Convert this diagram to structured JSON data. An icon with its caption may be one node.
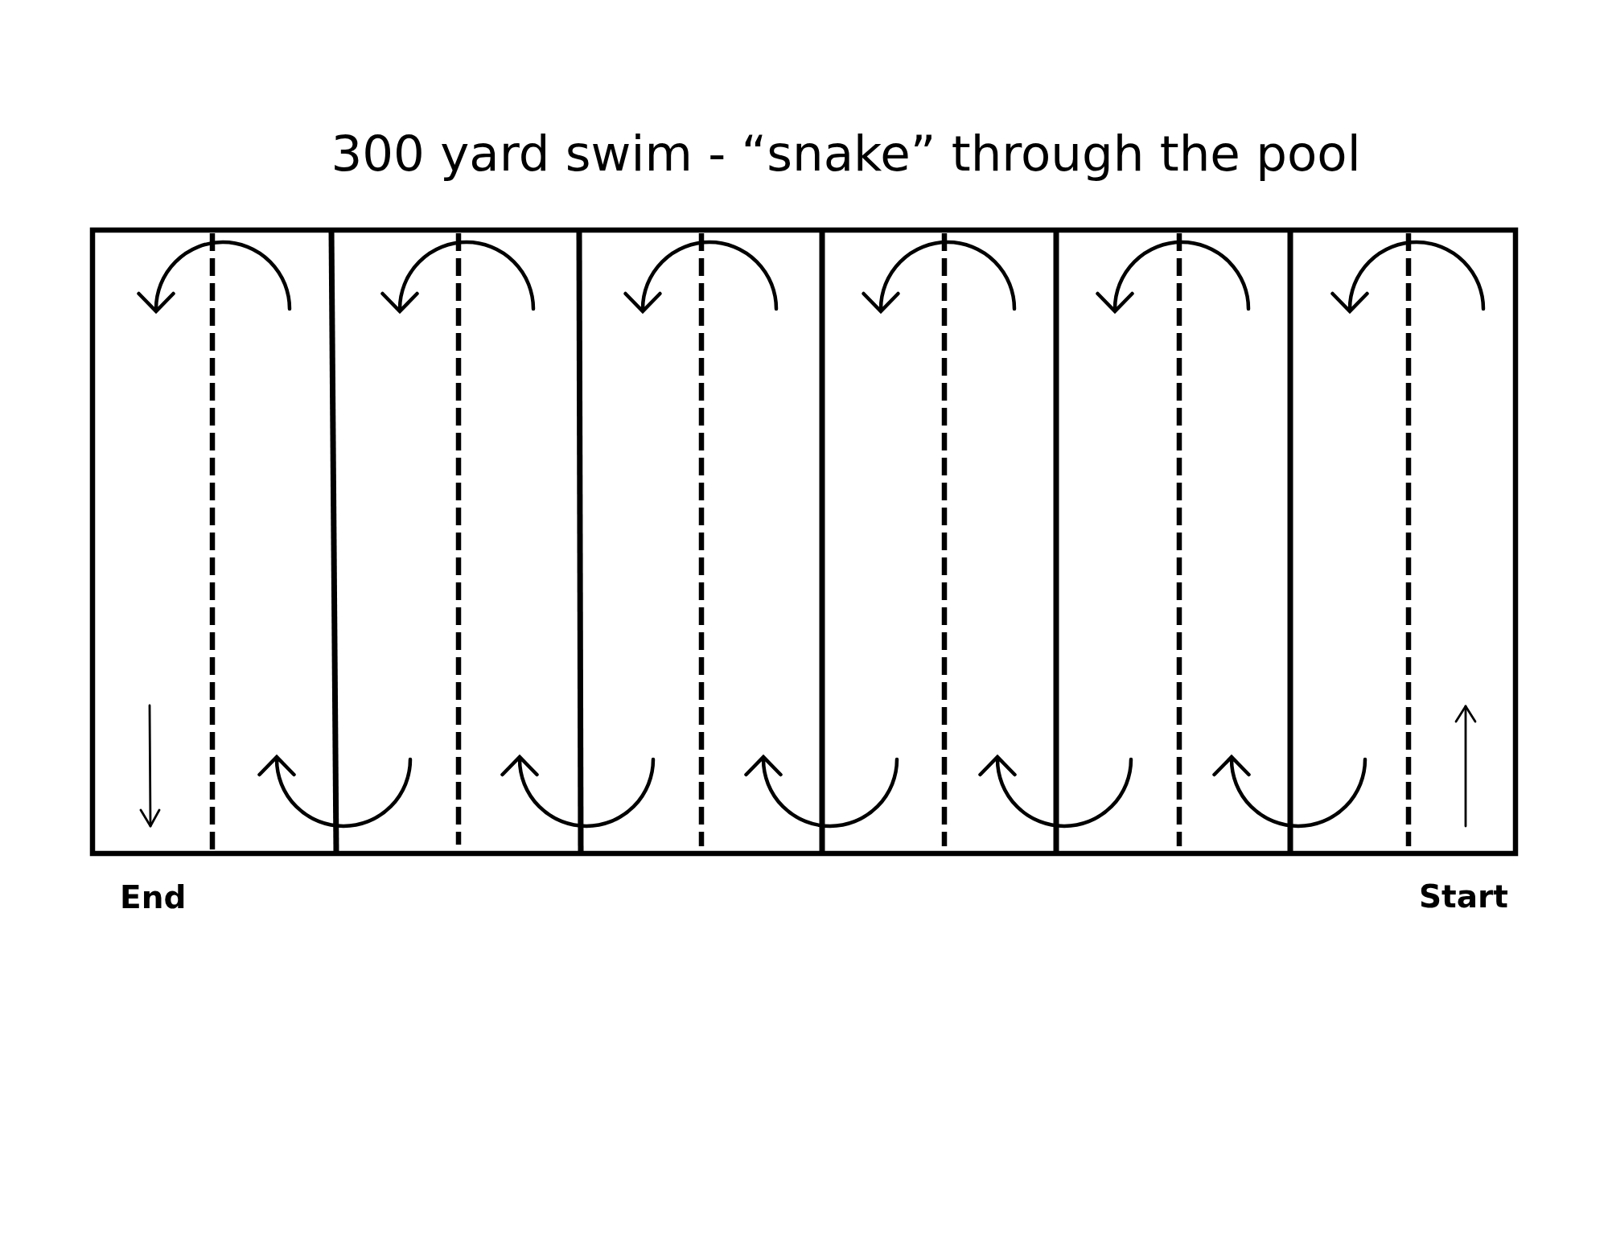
{
  "diagram": {
    "title": "300 yard swim - “snake” through the pool",
    "labels": [
      "End",
      "Start"
    ]
  }
}
